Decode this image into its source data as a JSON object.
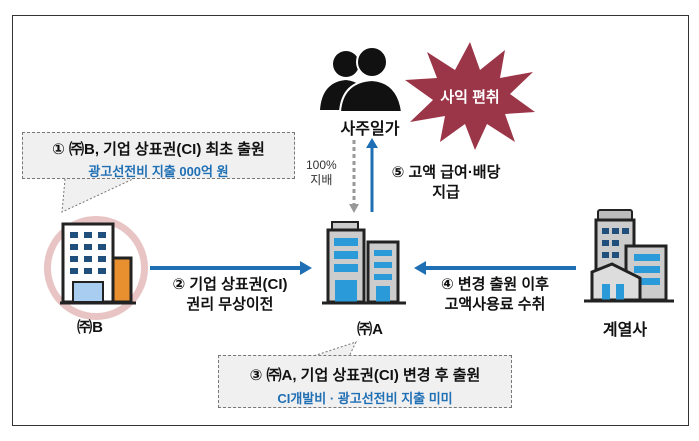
{
  "owner_family": {
    "label": "사주일가"
  },
  "burst": {
    "label": "사익 편취",
    "color": "#9b3548"
  },
  "control": {
    "line1": "100%",
    "line2": "지배"
  },
  "step1": {
    "line1": "① ㈜B, 기업 상표권(CI)  최초 출원",
    "line2": "광고선전비 지출 000억 원"
  },
  "step2": {
    "line1": "② 기업 상표권(CI)",
    "line2": "권리 무상이전"
  },
  "step3": {
    "line1": "③ ㈜A, 기업 상표권(CI) 변경 후 출원",
    "line2": "CI개발비 · 광고선전비 지출 미미"
  },
  "step4": {
    "line1": "④ 변경 출원 이후",
    "line2": "고액사용료 수취"
  },
  "step5": {
    "line1": "⑤ 고액 급여·배당",
    "line2": "지급"
  },
  "companies": {
    "b": "㈜B",
    "a": "㈜A",
    "affiliate": "계열사"
  },
  "colors": {
    "arrow": "#1f6fb5",
    "accent_text": "#1f6fb5",
    "circle": "#e8c4c4"
  }
}
